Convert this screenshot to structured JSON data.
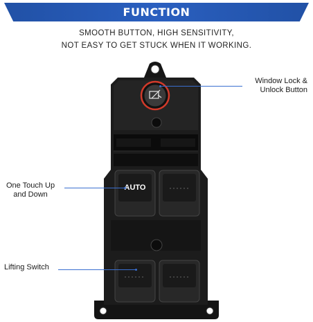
{
  "banner": {
    "title": "FUNCTION"
  },
  "subtitle": {
    "line1": "SMOOTH BUTTON, HIGH SENSITIVITY,",
    "line2": "NOT EASY TO GET STUCK WHEN IT WORKING."
  },
  "callouts": {
    "lock_line1": "Window Lock &",
    "lock_line2": "Unlock Button",
    "auto_line1": "One Touch Up",
    "auto_line2": "and Down",
    "lifting": "Lifting Switch"
  },
  "switch": {
    "auto_label": "AUTO"
  },
  "colors": {
    "banner": "#2151a6",
    "callout_line": "#3a6fd0",
    "lock_ring": "#d23a2a"
  }
}
